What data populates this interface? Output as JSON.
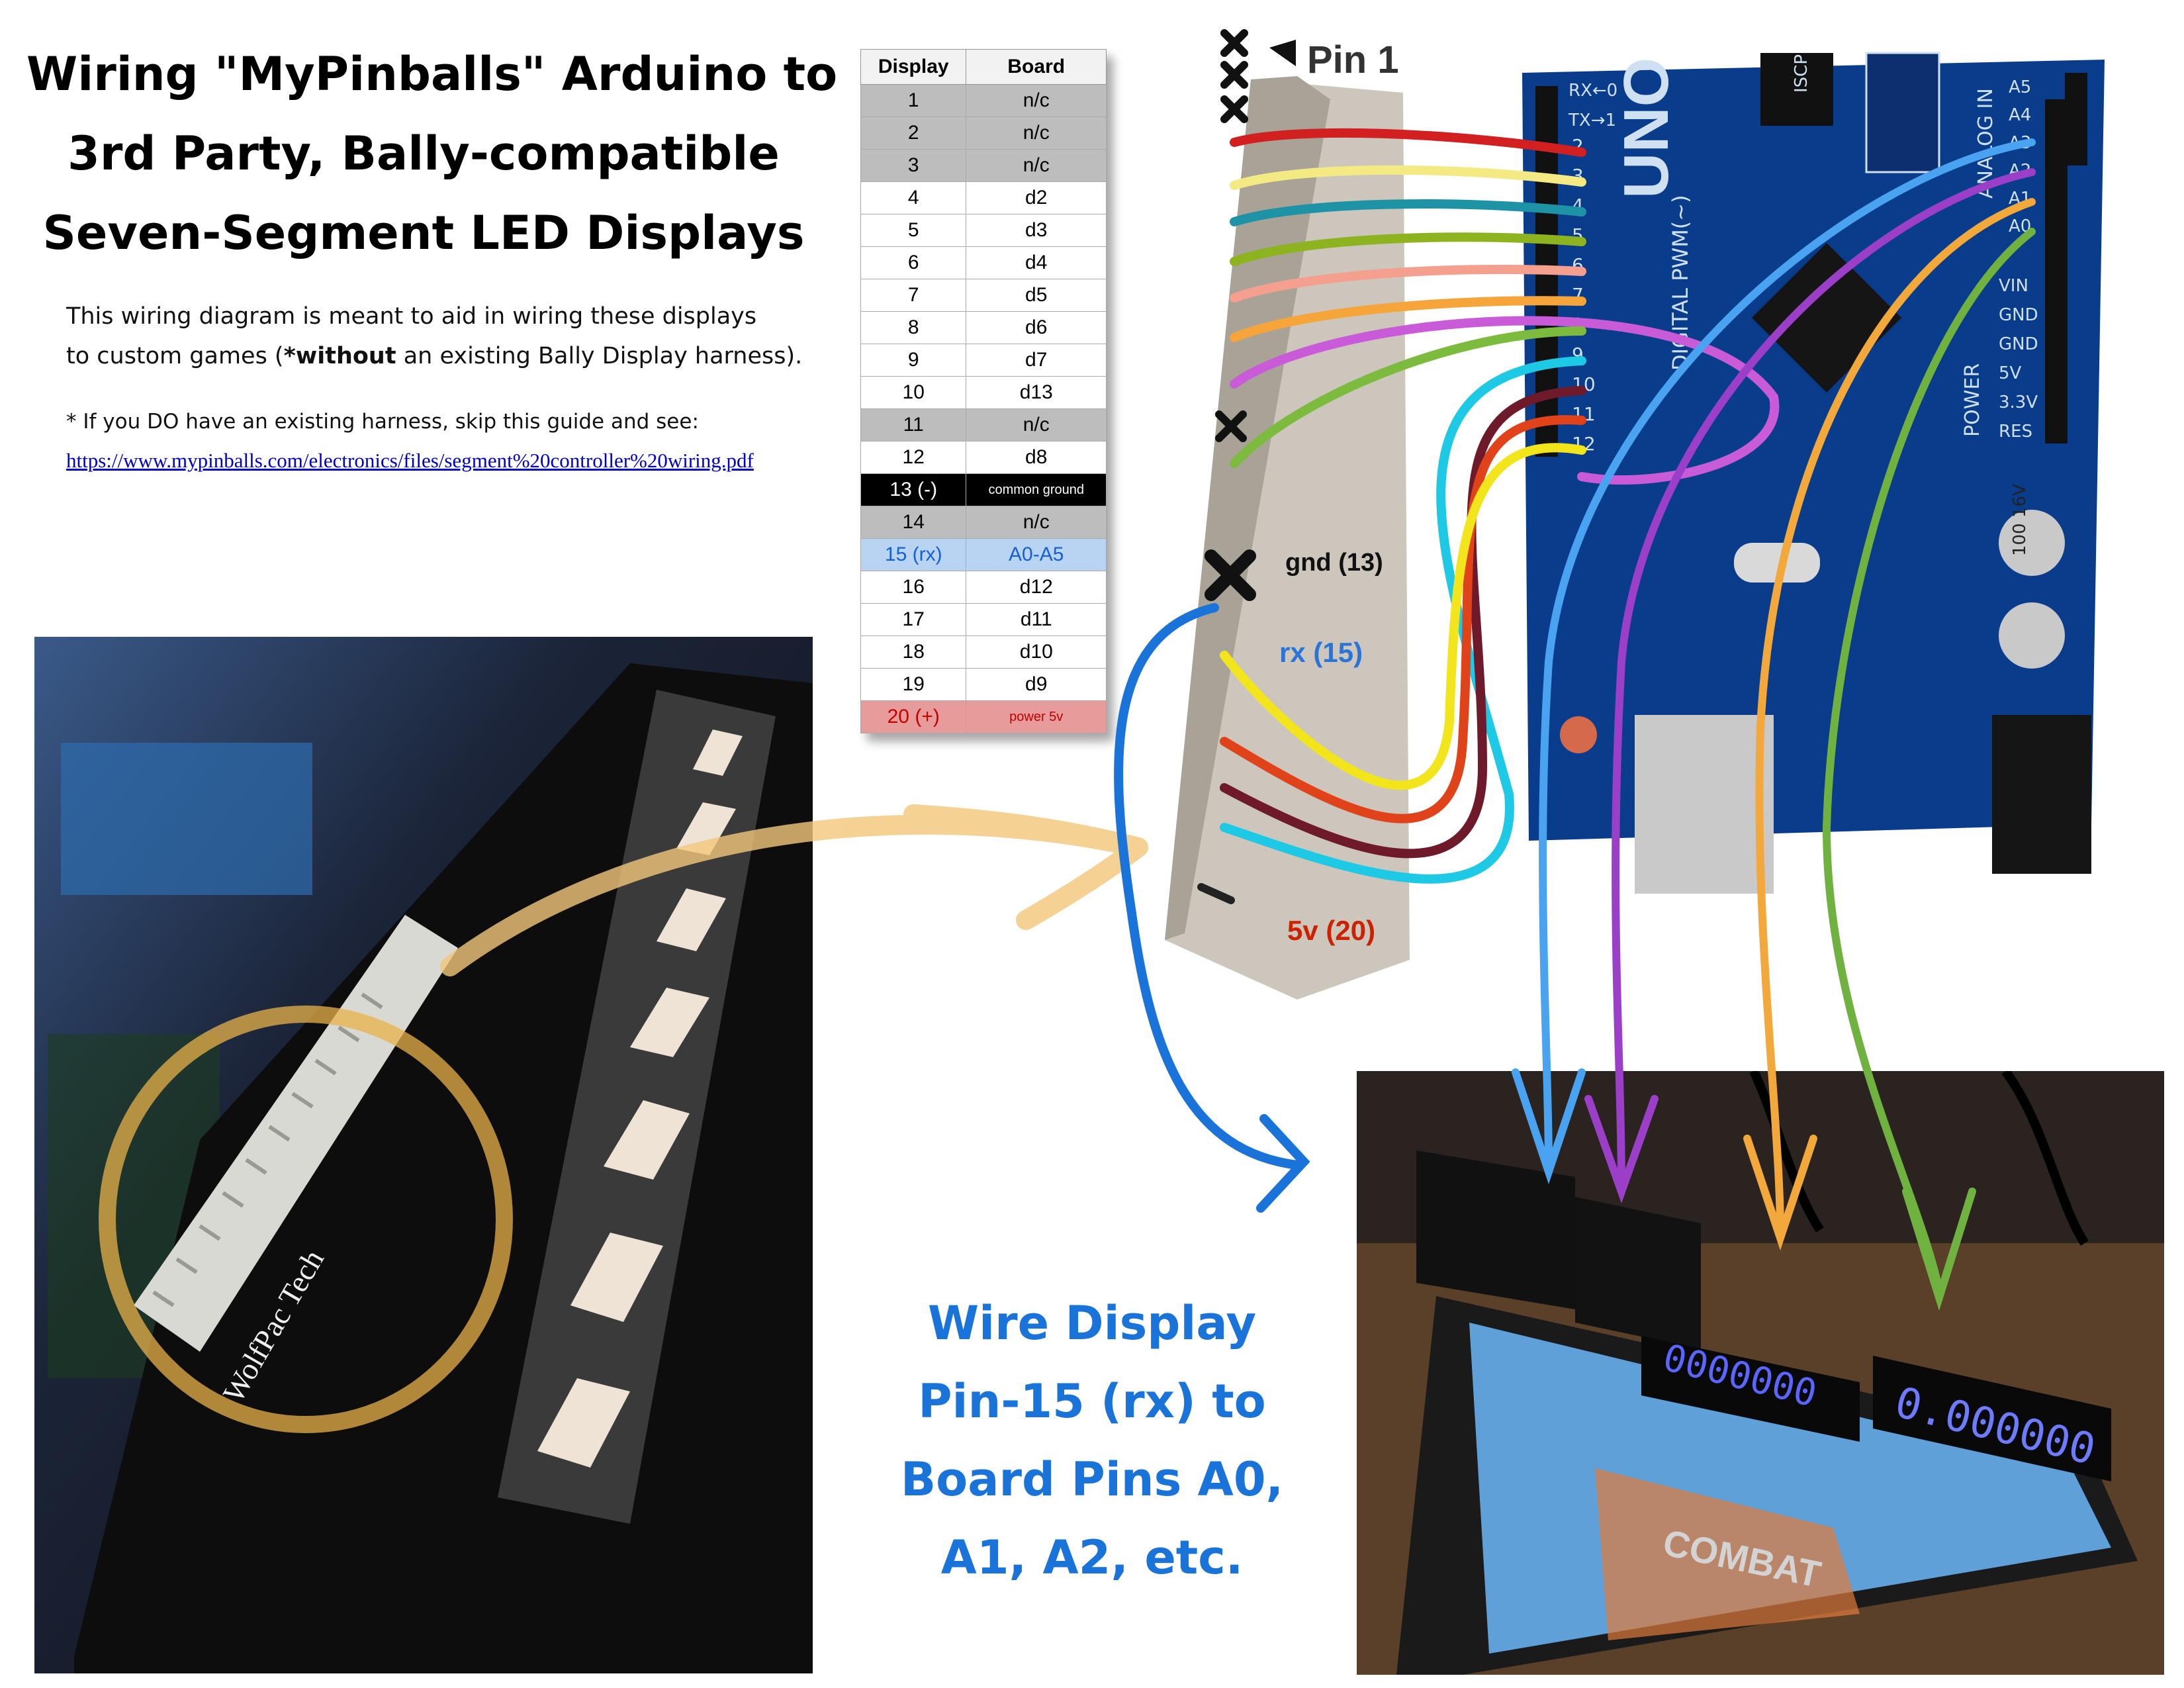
{
  "title": {
    "line1": "Wiring \"MyPinballs\" Arduino to",
    "line2": "3rd Party, Bally-compatible",
    "line3": "Seven-Segment LED Displays"
  },
  "description": {
    "line1": "This wiring diagram is meant to aid in wiring these displays",
    "line2_before": "to custom games (",
    "line2_bold": "*without",
    "line2_after": " an existing Bally Display harness)."
  },
  "note": {
    "text": "* If you DO have an existing harness, skip this guide and see:",
    "url": "https://www.mypinballs.com/electronics/files/segment%20controller%20wiring.pdf"
  },
  "table": {
    "headers": [
      "Display",
      "Board"
    ],
    "rows": [
      {
        "display": "1",
        "board": "n/c",
        "kind": "nc"
      },
      {
        "display": "2",
        "board": "n/c",
        "kind": "nc"
      },
      {
        "display": "3",
        "board": "n/c",
        "kind": "nc"
      },
      {
        "display": "4",
        "board": "d2",
        "kind": "wht"
      },
      {
        "display": "5",
        "board": "d3",
        "kind": "wht"
      },
      {
        "display": "6",
        "board": "d4",
        "kind": "wht"
      },
      {
        "display": "7",
        "board": "d5",
        "kind": "wht"
      },
      {
        "display": "8",
        "board": "d6",
        "kind": "wht"
      },
      {
        "display": "9",
        "board": "d7",
        "kind": "wht"
      },
      {
        "display": "10",
        "board": "d13",
        "kind": "wht"
      },
      {
        "display": "11",
        "board": "n/c",
        "kind": "nc"
      },
      {
        "display": "12",
        "board": "d8",
        "kind": "wht"
      },
      {
        "display": "13 (-)",
        "board": "common ground",
        "kind": "gnd"
      },
      {
        "display": "14",
        "board": "n/c",
        "kind": "nc"
      },
      {
        "display": "15 (rx)",
        "board": "A0-A5",
        "kind": "rx"
      },
      {
        "display": "16",
        "board": "d12",
        "kind": "wht"
      },
      {
        "display": "17",
        "board": "d11",
        "kind": "wht"
      },
      {
        "display": "18",
        "board": "d10",
        "kind": "wht"
      },
      {
        "display": "19",
        "board": "d9",
        "kind": "wht"
      },
      {
        "display": "20 (+)",
        "board": "power 5v",
        "kind": "pwr"
      }
    ]
  },
  "header_labels": {
    "pin1": "Pin 1",
    "gnd": "gnd (13)",
    "rx": "rx (15)",
    "power": "5v (20)"
  },
  "board": {
    "brand": "UNO",
    "digital": "DIGITAL PWM(~)",
    "power": "POWER",
    "analog": "ANALOG IN",
    "top_labels": [
      "RX←0",
      "TX→1",
      "ISCP"
    ],
    "digital_pins": [
      "2",
      "3",
      "4",
      "5",
      "6",
      "7",
      "8",
      "9",
      "10",
      "11",
      "12"
    ],
    "analog_pins": [
      "A5",
      "A4",
      "A3",
      "A2",
      "A1",
      "A0"
    ],
    "power_pins": [
      "VIN",
      "GND",
      "GND",
      "5V",
      "3.3V",
      "RES"
    ],
    "capacitor_label": "100 16V",
    "wire_colors": [
      "#d21f1f",
      "#f4ea84",
      "#1f93a6",
      "#8db31f",
      "#f5a08e",
      "#f6a53a",
      "#c95bd8",
      "#7dbb3f",
      "#1ec9e6",
      "#6e1a2b",
      "#e0431a",
      "#f3e51b"
    ],
    "analog_wire_colors": [
      "#4aa3f0",
      "#9b3fc8",
      "#f2a83a",
      "#6fb23f"
    ]
  },
  "photo_left": {
    "brand_text": "WolfPac Tech"
  },
  "photo_right": {
    "display_digits": "0.000000",
    "game_text": "COMBAT"
  },
  "bottom_text": {
    "line1": "Wire Display",
    "line2": "Pin-15 (rx) to",
    "line3": "Board Pins A0,",
    "line4": "A1, A2, etc."
  },
  "colors": {
    "accent_blue": "#1a73d8",
    "power_red": "#cc2200",
    "highlight_orange": "#e8b24a",
    "board_blue": "#0a3c8c"
  }
}
